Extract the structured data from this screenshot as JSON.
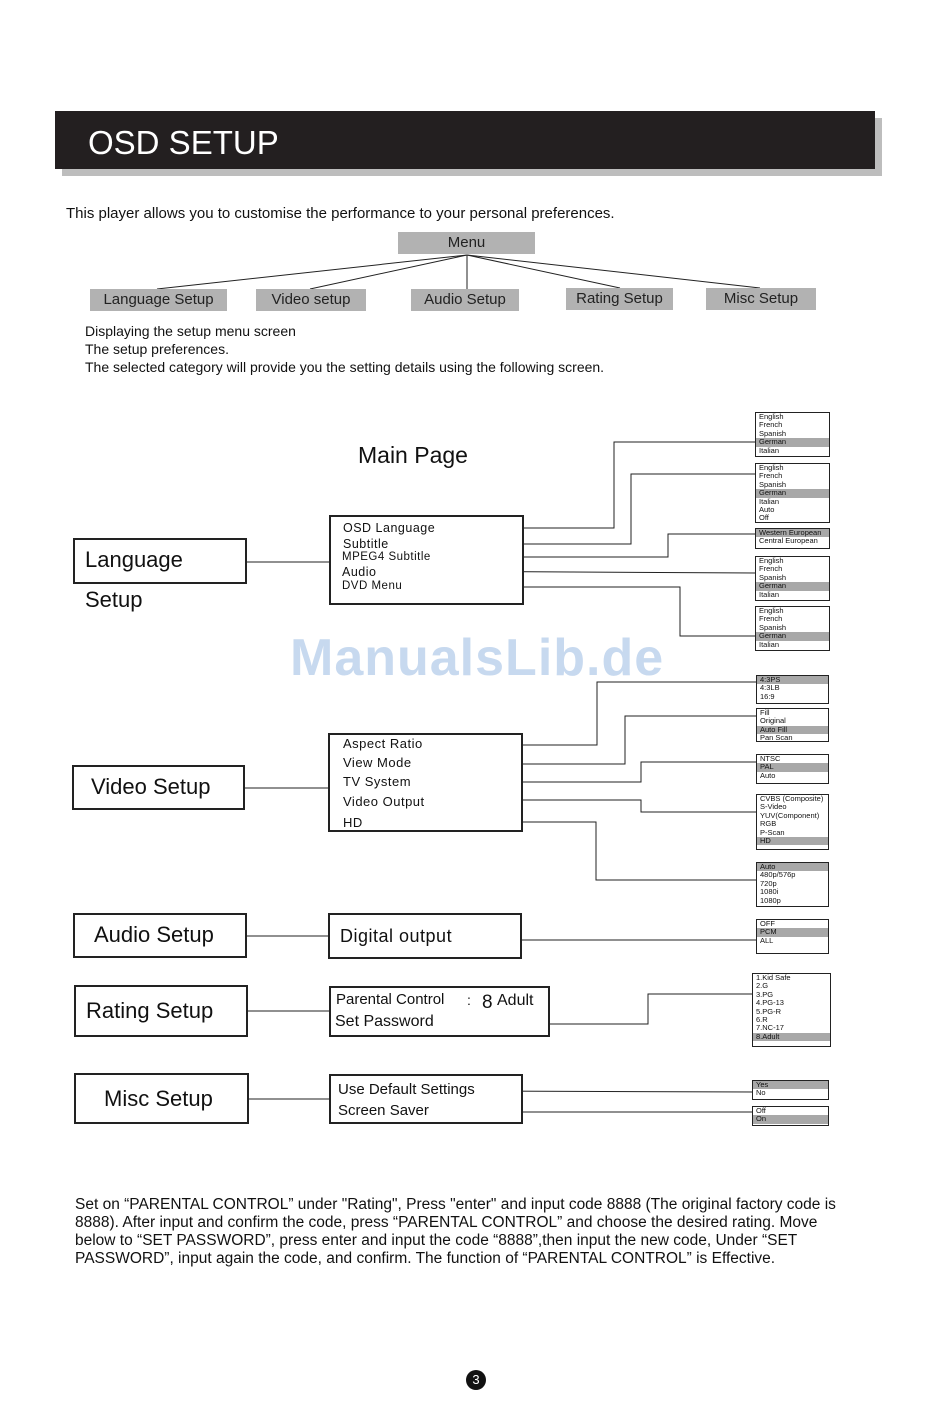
{
  "header": {
    "title": "OSD SETUP"
  },
  "intro": "This player allows you to customise the performance to your personal preferences.",
  "tree": {
    "root": "Menu",
    "children": [
      "Language Setup",
      "Video setup",
      "Audio  Setup",
      "Rating  Setup",
      "Misc  Setup"
    ]
  },
  "notes": [
    "Displaying the setup menu screen",
    "The setup preferences.",
    "The selected  category will provide you the setting details using the following screen."
  ],
  "main_page_label": "Main  Page",
  "watermark": "ManualsLib.de",
  "sections": {
    "language": {
      "title": "Language Setup",
      "items": [
        "OSD Language",
        "Subtitle",
        "MPEG4 Subtitle",
        "Audio",
        "DVD Menu"
      ],
      "options": [
        {
          "values": [
            "English",
            "French",
            "Spanish",
            "German",
            "Italian"
          ],
          "selected": 3
        },
        {
          "values": [
            "English",
            "French",
            "Spanish",
            "German",
            "Italian",
            "Auto",
            "Off"
          ],
          "selected": 3
        },
        {
          "values": [
            "Western European",
            "Central European"
          ],
          "selected": 0
        },
        {
          "values": [
            "English",
            "French",
            "Spanish",
            "German",
            "Italian"
          ],
          "selected": 3
        },
        {
          "values": [
            "English",
            "French",
            "Spanish",
            "German",
            "Italian"
          ],
          "selected": 3
        }
      ]
    },
    "video": {
      "title": "Video  Setup",
      "items": [
        "Aspect Ratio",
        "View Mode",
        "TV System",
        "Video Output",
        "HD"
      ],
      "options": [
        {
          "values": [
            "4:3PS",
            "4:3LB",
            "16:9"
          ],
          "selected": 0
        },
        {
          "values": [
            "Fill",
            "Original",
            "Auto Fill",
            "Pan Scan"
          ],
          "selected": 2
        },
        {
          "values": [
            "NTSC",
            "PAL",
            "Auto"
          ],
          "selected": 1
        },
        {
          "values": [
            "CVBS (Composite)",
            "S-Video",
            "YUV(Component)",
            "RGB",
            "P-Scan",
            "HD"
          ],
          "selected": 5
        },
        {
          "values": [
            "Auto",
            "480p/576p",
            "720p",
            "1080i",
            "1080p"
          ],
          "selected": 0
        }
      ]
    },
    "audio": {
      "title": "Audio Setup",
      "items": [
        "Digital output"
      ],
      "options": [
        {
          "values": [
            "OFF",
            "PCM",
            "ALL"
          ],
          "selected": 1
        }
      ]
    },
    "rating": {
      "title": "Rating Setup",
      "items": [
        "Parental Control",
        "Set Password"
      ],
      "colon": ":",
      "level_number": "8",
      "level_name": "Adult",
      "options": [
        {
          "values": [
            "1.Kid Safe",
            "2.G",
            "3.PG",
            "4.PG-13",
            "5.PG-R",
            "6.R",
            "7.NC-17",
            "8.Adult"
          ],
          "selected": 7
        }
      ]
    },
    "misc": {
      "title": "Misc Setup",
      "items": [
        "Use Default Settings",
        "Screen Saver"
      ],
      "options": [
        {
          "values": [
            "Yes",
            "No"
          ],
          "selected": 0
        },
        {
          "values": [
            "Off",
            "On"
          ],
          "selected": 1
        }
      ]
    }
  },
  "instructions": "Set on “PARENTAL  CONTROL” under \"Rating\", Press \"enter\" and input code 8888 (The original factory code is 8888). After input and confirm the code, press “PARENTAL CONTROL” and choose the desired rating. Move below to “SET PASSWORD”, press enter and input the code “8888”,then input the new code, Under “SET PASSWORD”, input again the code, and confirm. The function of “PARENTAL CONTROL”  is Effective.",
  "page_number": "3"
}
